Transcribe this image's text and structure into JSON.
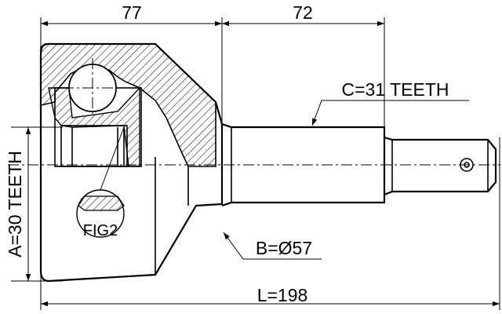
{
  "dimensions": {
    "top_left": "77",
    "top_right": "72",
    "overall": "L=198"
  },
  "callouts": {
    "outer_spline": "C=31 TEETH",
    "outer_diameter": "B=Ø57",
    "inner_spline": "A=30 TEETH",
    "detail": "FIG2"
  }
}
